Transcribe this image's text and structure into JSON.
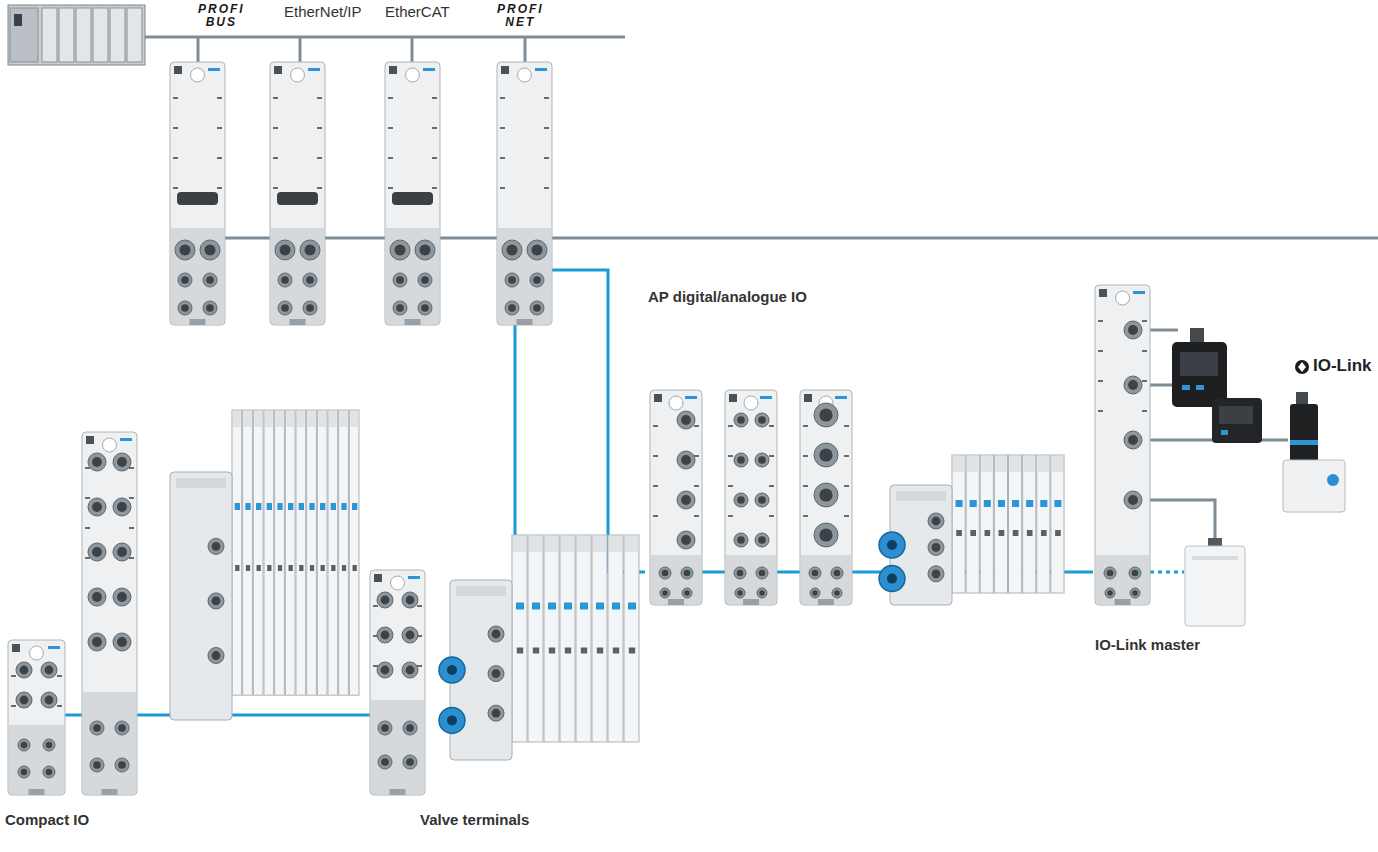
{
  "diagram": {
    "nodes": [
      {
        "text": [
          "PROFI BUS"
        ]
      },
      {
        "text": [
          "EtherNet/IP"
        ]
      },
      {
        "text": [
          "EtherCAT"
        ]
      },
      {
        "text": [
          "PROFI NET"
        ]
      },
      {
        "text": [
          "AP digital/analogue IO"
        ]
      },
      {
        "text": [
          "IO-Link master"
        ]
      },
      {
        "text": [
          "Valve terminals"
        ]
      },
      {
        "text": [
          "Compact IO"
        ]
      }
    ],
    "edges": [
      {
        "from": 3,
        "to": 4,
        "arrow": "none"
      },
      {
        "from": 3,
        "to": 6,
        "arrow": "none"
      },
      {
        "from": 4,
        "to": 5,
        "arrow": "none"
      },
      {
        "from": 6,
        "to": 7,
        "arrow": "none"
      }
    ],
    "labels": [
      "IO-Link"
    ]
  }
}
